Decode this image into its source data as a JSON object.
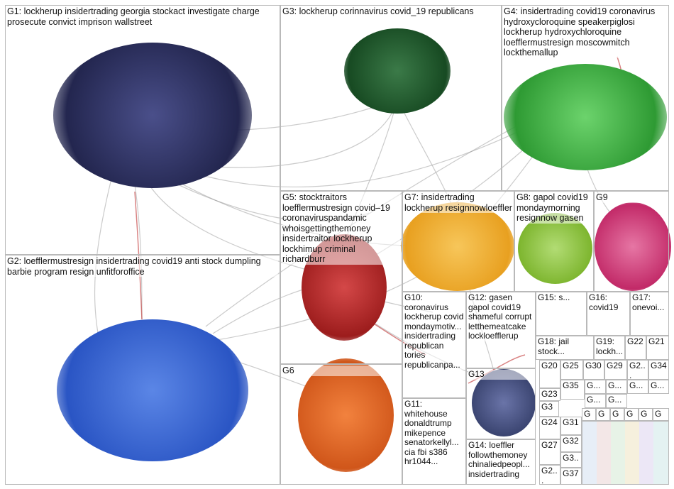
{
  "groups": [
    {
      "id": "G1",
      "label": "G1: lockherup insidertrading georgia stockact investigate charge prosecute convict imprison wallstreet",
      "color": "#2b2f6b"
    },
    {
      "id": "G2",
      "label": "G2: loefflermustresign insidertrading covid19 anti stock dumpling barbie program resign unfitforoffice",
      "color": "#2d5fd3"
    },
    {
      "id": "G3",
      "label": "G3: lockherup corinnavirus covid_19 republicans",
      "color": "#1f5a2d"
    },
    {
      "id": "G4",
      "label": "G4: insidertrading covid19 coronavirus hydroxycloroquine speakerpiglosi lockherup hydroxychloroquine loefflermustresign moscowmitch lockthemallup",
      "color": "#3aa83a"
    },
    {
      "id": "G5",
      "label": "G5: stocktraitors loefflermustresign covid–19 coronaviruspandamic whoisgettingthemoney insidertraitor lockherup lockhimup criminal richardburr",
      "color": "#b52323"
    },
    {
      "id": "G6",
      "label": "G6",
      "color": "#e0601e"
    },
    {
      "id": "G7",
      "label": "G7: insidertrading lockherup resignnowloeffler",
      "color": "#f0b030"
    },
    {
      "id": "G8",
      "label": "G8: gapol covid19 mondaymorning resignnow gasen",
      "color": "#8cc63f"
    },
    {
      "id": "G9",
      "label": "G9",
      "color": "#d23a7a"
    },
    {
      "id": "G10",
      "label": "G10: coronavirus lockherup covid mondaymotiv... insidertrading republican tories republicanpa...",
      "color": "#bbbbbb"
    },
    {
      "id": "G11",
      "label": "G11: whitehouse donaldtrump mikepence senatorkellyl... cia fbi s386 hr1044...",
      "color": "#8a5fc2"
    },
    {
      "id": "G12",
      "label": "G12: gasen gapol covid19 shameful corrupt letthemeatcake lockloefflerup",
      "color": "#999999"
    },
    {
      "id": "G13",
      "label": "G13",
      "color": "#404a7a"
    },
    {
      "id": "G14",
      "label": "G14: loeffler followthemoney chinaliedpeopl... insidertrading",
      "color": "#5a8fd0"
    },
    {
      "id": "G15",
      "label": "G15: s...",
      "color": "#3c6e4a"
    },
    {
      "id": "G16",
      "label": "G16: covid19",
      "color": "#2f6a3f"
    },
    {
      "id": "G17",
      "label": "G17: onevoi...",
      "color": "#b03040"
    },
    {
      "id": "G18",
      "label": "G18: jail stock...",
      "color": "#e08030"
    },
    {
      "id": "G19",
      "label": "G19: lockh...",
      "color": "#d8b030"
    },
    {
      "id": "G20",
      "label": "G20",
      "color": "#6aa84f"
    },
    {
      "id": "G21",
      "label": "G21",
      "color": "#c04070"
    },
    {
      "id": "G22",
      "label": "G22",
      "color": "#a0a0a0"
    },
    {
      "id": "G23",
      "label": "G23",
      "color": "#7a5cb8"
    },
    {
      "id": "G24",
      "label": "G24",
      "color": "#3a7fc0"
    },
    {
      "id": "G25",
      "label": "G25",
      "color": "#3f9f5f"
    },
    {
      "id": "G26",
      "label": "G2...",
      "color": "#888888"
    },
    {
      "id": "G27",
      "label": "G27",
      "color": "#4a8fb0"
    },
    {
      "id": "G28",
      "label": "G2...",
      "color": "#777777"
    },
    {
      "id": "G29",
      "label": "G29",
      "color": "#cc6666"
    },
    {
      "id": "G30",
      "label": "G30",
      "color": "#6b8e23"
    },
    {
      "id": "G31",
      "label": "G31",
      "color": "#4477aa"
    },
    {
      "id": "G32",
      "label": "G32",
      "color": "#66aa66"
    },
    {
      "id": "G33",
      "label": "G3...",
      "color": "#aa7744"
    },
    {
      "id": "G34",
      "label": "G34",
      "color": "#5577cc"
    },
    {
      "id": "G35",
      "label": "G35",
      "color": "#995599"
    },
    {
      "id": "G36",
      "label": "G3",
      "color": "#558866"
    },
    {
      "id": "G37",
      "label": "G37",
      "color": "#aa5566"
    }
  ],
  "mini_groups": [
    {
      "label": "G...",
      "color": "#4a7ab8"
    },
    {
      "label": "G...",
      "color": "#e06060"
    },
    {
      "label": "G...",
      "color": "#60a060"
    },
    {
      "label": "G...",
      "color": "#c0a030"
    },
    {
      "label": "G...",
      "color": "#8060c0"
    },
    {
      "label": "G...",
      "color": "#30a0a0"
    },
    {
      "label": "G",
      "color": "#c06090"
    },
    {
      "label": "G",
      "color": "#6090c0"
    },
    {
      "label": "G",
      "color": "#90c060"
    },
    {
      "label": "G",
      "color": "#c09060"
    },
    {
      "label": "G",
      "color": "#6060c0"
    },
    {
      "label": "G",
      "color": "#c04040"
    }
  ]
}
